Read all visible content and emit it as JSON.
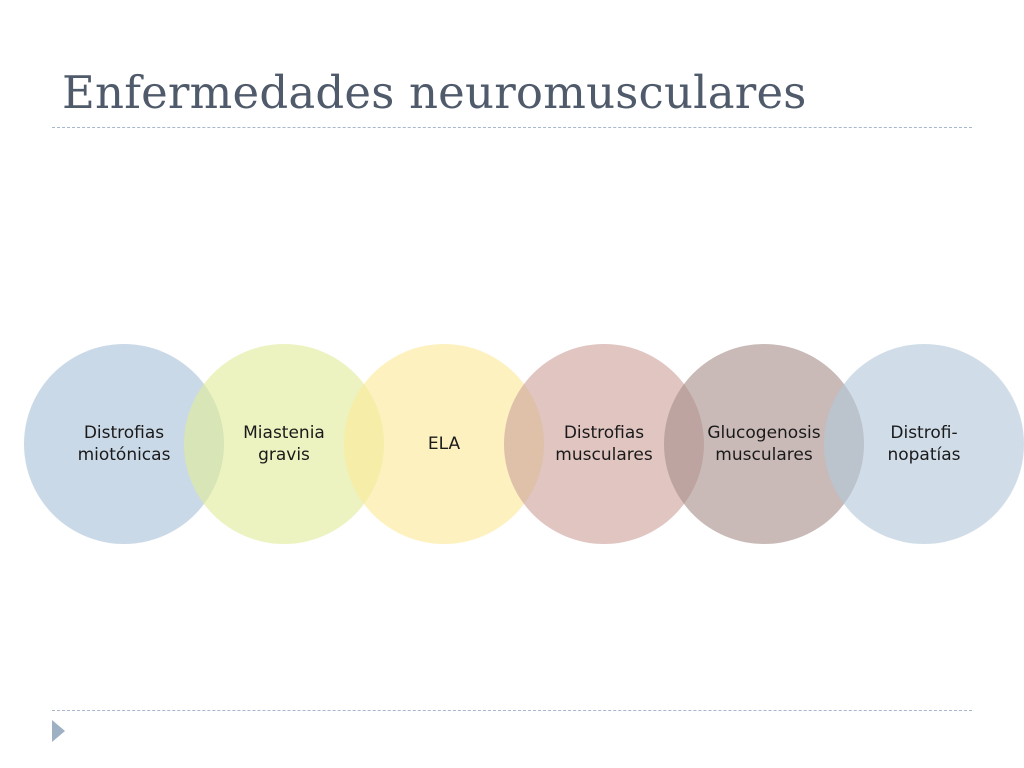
{
  "slide": {
    "title": "Enfermedades neuromusculares"
  },
  "diagram": {
    "items": [
      {
        "lines": [
          "Distrofias",
          "miotónicas"
        ],
        "color": "#a9c1d8"
      },
      {
        "lines": [
          "Miastenia",
          "gravis"
        ],
        "color": "#e0eb9a"
      },
      {
        "lines": [
          "ELA"
        ],
        "color": "#fbe89a"
      },
      {
        "lines": [
          "Distrofias",
          "musculares"
        ],
        "color": "#cda29b"
      },
      {
        "lines": [
          "Glucogenosis",
          "musculares"
        ],
        "color": "#a8908c"
      },
      {
        "lines": [
          "Distrofi-",
          "nopatías"
        ],
        "color": "#b3c8da"
      }
    ]
  },
  "colors": {
    "title": "#4f5a6b",
    "rule": "#a8b7cc",
    "arrow": "#9eb0c4"
  },
  "icons": {
    "nav": "triangle-right-icon"
  }
}
